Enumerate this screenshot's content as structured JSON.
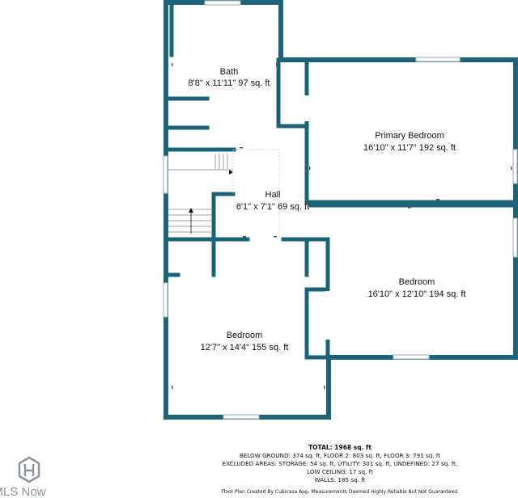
{
  "colors": {
    "wall": "#1b6477",
    "window": "#9fb8c0",
    "logo": "#8c96a3",
    "text": "#111111"
  },
  "rooms": {
    "bath": {
      "name": "Bath",
      "dims": "8'8\" x 11'11\" 97 sq. ft"
    },
    "primary_bedroom": {
      "name": "Primary Bedroom",
      "dims": "16'10\" x 11'7\" 192 sq. ft"
    },
    "hall": {
      "name": "Hall",
      "dims": "6'1\" x 7'1\" 69 sq. ft"
    },
    "bedroom_right": {
      "name": "Bedroom",
      "dims": "16'10\" x 12'10\" 194 sq. ft"
    },
    "bedroom_left": {
      "name": "Bedroom",
      "dims": "12'7\" x 14'4\" 155 sq. ft"
    }
  },
  "summary": {
    "total": "TOTAL: 1968 sq. ft",
    "line1": "BELOW GROUND: 374 sq. ft, FLOOR 2: 803 sq. ft, FLOOR 3: 791 sq. ft",
    "line2": "EXCLUDED AREAS: STORAGE: 54 sq. ft, UTILITY: 301 sq. ft, UNDEFINED: 27 sq. ft,",
    "line3": "LOW CEILING: 17 sq. ft",
    "line4": "WALLS: 185 sq. ft",
    "credit": "Floor Plan Created By Cubicasa App. Measurements Deemed Highly Reliable But Not Guaranteed."
  },
  "logo": {
    "text": "MLS Now",
    "icon": "mls-now-logo-icon"
  }
}
